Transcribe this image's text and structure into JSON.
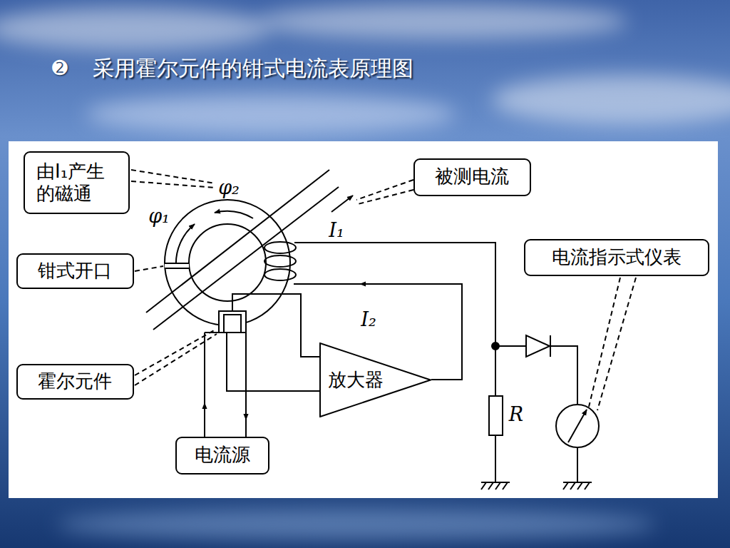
{
  "diagram": {
    "title": "采用霍尔元件的钳式电流表原理图",
    "nodes": [
      {
        "text": [
          "由I₁产生 的磁通"
        ]
      },
      {
        "text": [
          "被测电流"
        ]
      },
      {
        "text": [
          "钳式开口"
        ]
      },
      {
        "text": [
          "电流指示式仪表"
        ]
      },
      {
        "text": [
          "霍尔元件"
        ]
      },
      {
        "text": [
          "放大器"
        ]
      },
      {
        "text": [
          "电流源"
        ]
      }
    ],
    "labels": [
      "➋",
      "φ₂",
      "φ₁",
      "I₁",
      "I₂",
      "R"
    ]
  }
}
